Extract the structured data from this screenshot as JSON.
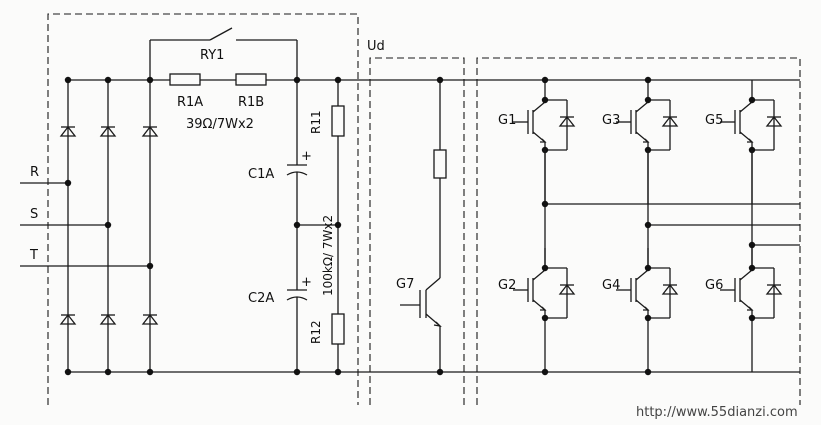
{
  "labels": {
    "ry1": "RY1",
    "ud": "Ud",
    "r1a": "R1A",
    "r1b": "R1B",
    "r_value": "39Ω/7Wx2",
    "r11": "R11",
    "r12": "R12",
    "c1a": "C1A",
    "c2a": "C2A",
    "plus": "+",
    "bleed_value": "100kΩ/ 7Wx2",
    "input_r": "R",
    "input_s": "S",
    "input_t": "T",
    "g1": "G1",
    "g2": "G2",
    "g3": "G3",
    "g4": "G4",
    "g5": "G5",
    "g6": "G6",
    "g7": "G7"
  },
  "watermark": "http://www.55dianzi.com"
}
